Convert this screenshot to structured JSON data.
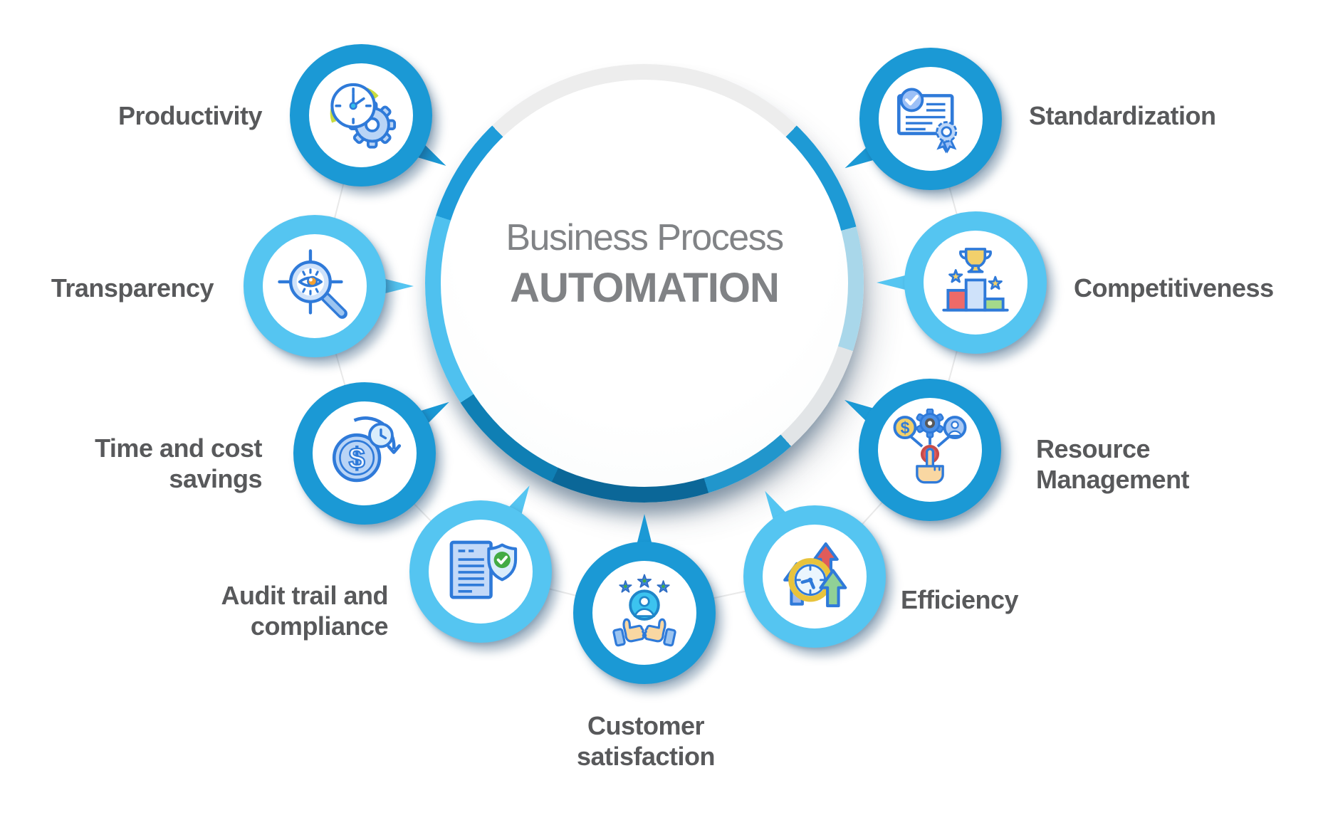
{
  "title": {
    "line1": "Business Process",
    "line2": "AUTOMATION"
  },
  "bubbles": [
    {
      "label": "Productivity",
      "icon": "gauge-gear-icon",
      "ring_color": "#1b99d5"
    },
    {
      "label": "Transparency",
      "icon": "eye-magnifier-icon",
      "ring_color": "#55c5f1"
    },
    {
      "label": "Time and cost savings",
      "icon": "dollar-coin-clock-icon",
      "ring_color": "#1b99d5"
    },
    {
      "label": "Audit trail and compliance",
      "icon": "document-shield-check-icon",
      "ring_color": "#55c5f1"
    },
    {
      "label": "Customer satisfaction",
      "icon": "user-stars-thumbs-up-icon",
      "ring_color": "#1b99d5"
    },
    {
      "label": "Efficiency",
      "icon": "clock-growth-arrows-icon",
      "ring_color": "#55c5f1"
    },
    {
      "label": "Resource Management",
      "icon": "hand-select-resources-icon",
      "ring_color": "#1b99d5"
    },
    {
      "label": "Competitiveness",
      "icon": "podium-trophy-icon",
      "ring_color": "#55c5f1"
    },
    {
      "label": "Standardization",
      "icon": "certificate-ribbon-icon",
      "ring_color": "#1b99d5"
    }
  ],
  "colors": {
    "medium_blue": "#1b99d5",
    "sky_blue": "#55c5f1",
    "dark_navy": "#0b6798",
    "ring_gray": "#ededed",
    "label_text": "#58595b",
    "title_text": "#808285",
    "icon_stroke": "#2f7ad9"
  }
}
